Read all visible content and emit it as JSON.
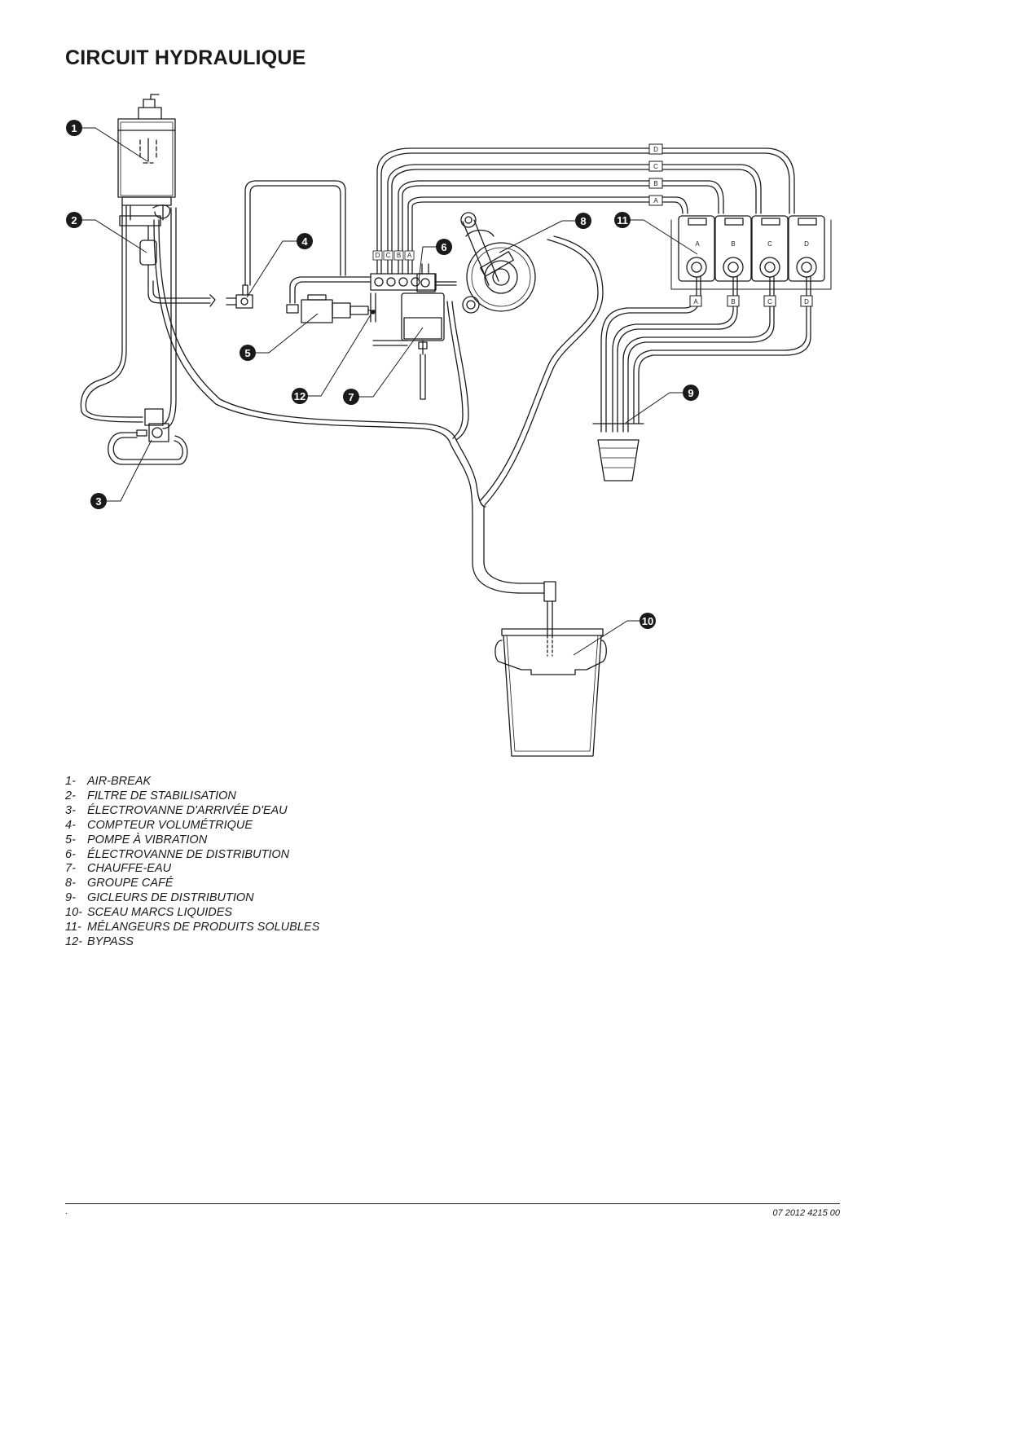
{
  "title": "CIRCUIT HYDRAULIQUE",
  "callouts": [
    "1",
    "2",
    "3",
    "4",
    "5",
    "6",
    "7",
    "8",
    "9",
    "10",
    "11",
    "12"
  ],
  "mixer_labels": [
    "A",
    "B",
    "C",
    "D"
  ],
  "tube_tags_top": [
    "D",
    "C",
    "B",
    "A"
  ],
  "tube_tags_bottom": [
    "A",
    "B",
    "C",
    "D"
  ],
  "valve_tags": [
    "D",
    "C",
    "B",
    "A"
  ],
  "legend": [
    {
      "num": "1-",
      "label": "AIR-BREAK"
    },
    {
      "num": "2-",
      "label": "FILTRE DE STABILISATION"
    },
    {
      "num": "3-",
      "label": "ÉLECTROVANNE D'ARRIVÉE D'EAU"
    },
    {
      "num": "4-",
      "label": "COMPTEUR VOLUMÉTRIQUE"
    },
    {
      "num": "5-",
      "label": "POMPE À VIBRATION"
    },
    {
      "num": "6-",
      "label": "ÉLECTROVANNE DE DISTRIBUTION"
    },
    {
      "num": "7-",
      "label": "CHAUFFE-EAU"
    },
    {
      "num": "8-",
      "label": "GROUPE CAFÉ"
    },
    {
      "num": "9-",
      "label": "GICLEURS DE DISTRIBUTION"
    },
    {
      "num": "10-",
      "label": "SCEAU MARCS LIQUIDES"
    },
    {
      "num": "11-",
      "label": "MÉLANGEURS DE PRODUITS SOLUBLES"
    },
    {
      "num": "12-",
      "label": "BYPASS"
    }
  ],
  "footer": {
    "left": ".",
    "reference": "07 2012 4215 00"
  }
}
